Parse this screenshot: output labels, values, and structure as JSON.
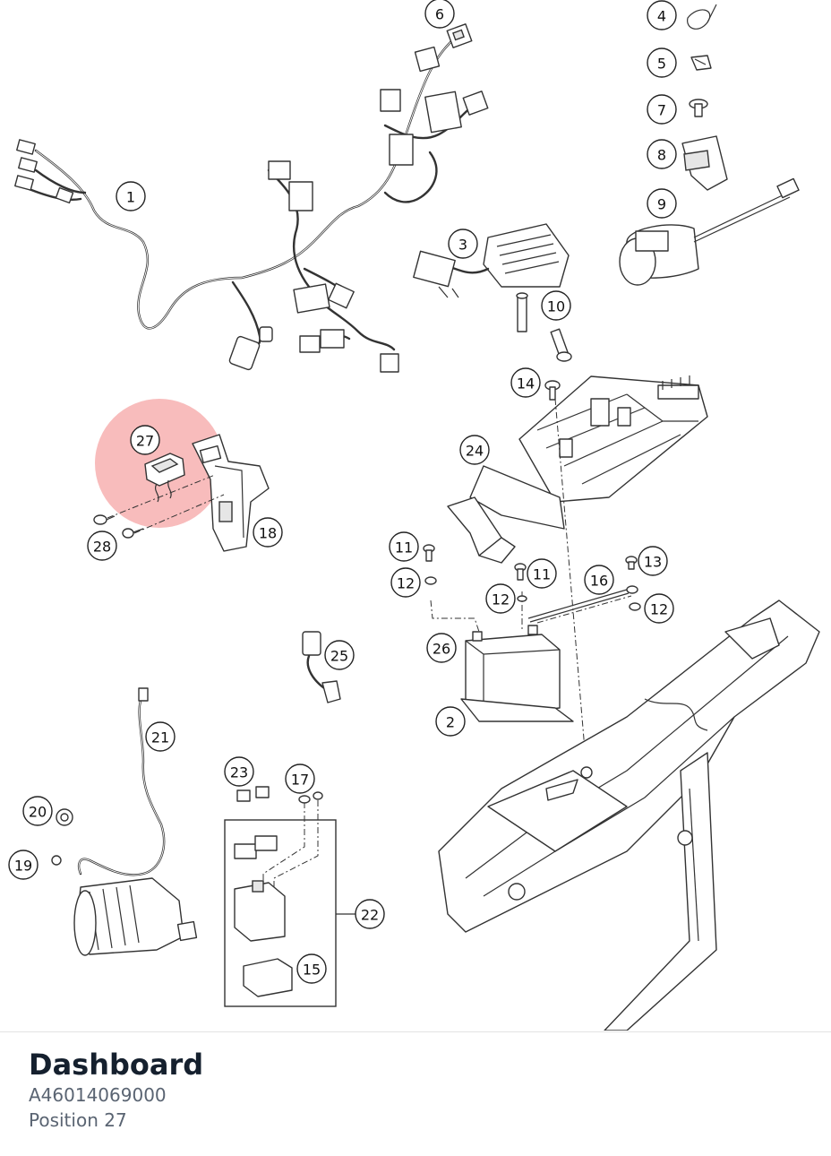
{
  "highlight": {
    "position": "27",
    "color": "#f06a6a"
  },
  "callouts": [
    {
      "id": "c1",
      "label": "1"
    },
    {
      "id": "c2",
      "label": "2"
    },
    {
      "id": "c3",
      "label": "3"
    },
    {
      "id": "c4",
      "label": "4"
    },
    {
      "id": "c5",
      "label": "5"
    },
    {
      "id": "c6",
      "label": "6"
    },
    {
      "id": "c7",
      "label": "7"
    },
    {
      "id": "c8",
      "label": "8"
    },
    {
      "id": "c9",
      "label": "9"
    },
    {
      "id": "c10",
      "label": "10"
    },
    {
      "id": "c11a",
      "label": "11"
    },
    {
      "id": "c11b",
      "label": "11"
    },
    {
      "id": "c12a",
      "label": "12"
    },
    {
      "id": "c12b",
      "label": "12"
    },
    {
      "id": "c12c",
      "label": "12"
    },
    {
      "id": "c13",
      "label": "13"
    },
    {
      "id": "c14",
      "label": "14"
    },
    {
      "id": "c15",
      "label": "15"
    },
    {
      "id": "c16",
      "label": "16"
    },
    {
      "id": "c17",
      "label": "17"
    },
    {
      "id": "c18",
      "label": "18"
    },
    {
      "id": "c19",
      "label": "19"
    },
    {
      "id": "c20",
      "label": "20"
    },
    {
      "id": "c21",
      "label": "21"
    },
    {
      "id": "c22",
      "label": "22"
    },
    {
      "id": "c23",
      "label": "23"
    },
    {
      "id": "c24",
      "label": "24"
    },
    {
      "id": "c25",
      "label": "25"
    },
    {
      "id": "c26",
      "label": "26"
    },
    {
      "id": "c27",
      "label": "27"
    },
    {
      "id": "c28",
      "label": "28"
    }
  ],
  "info": {
    "title": "Dashboard",
    "part_number": "A46014069000",
    "position": "Position 27"
  }
}
